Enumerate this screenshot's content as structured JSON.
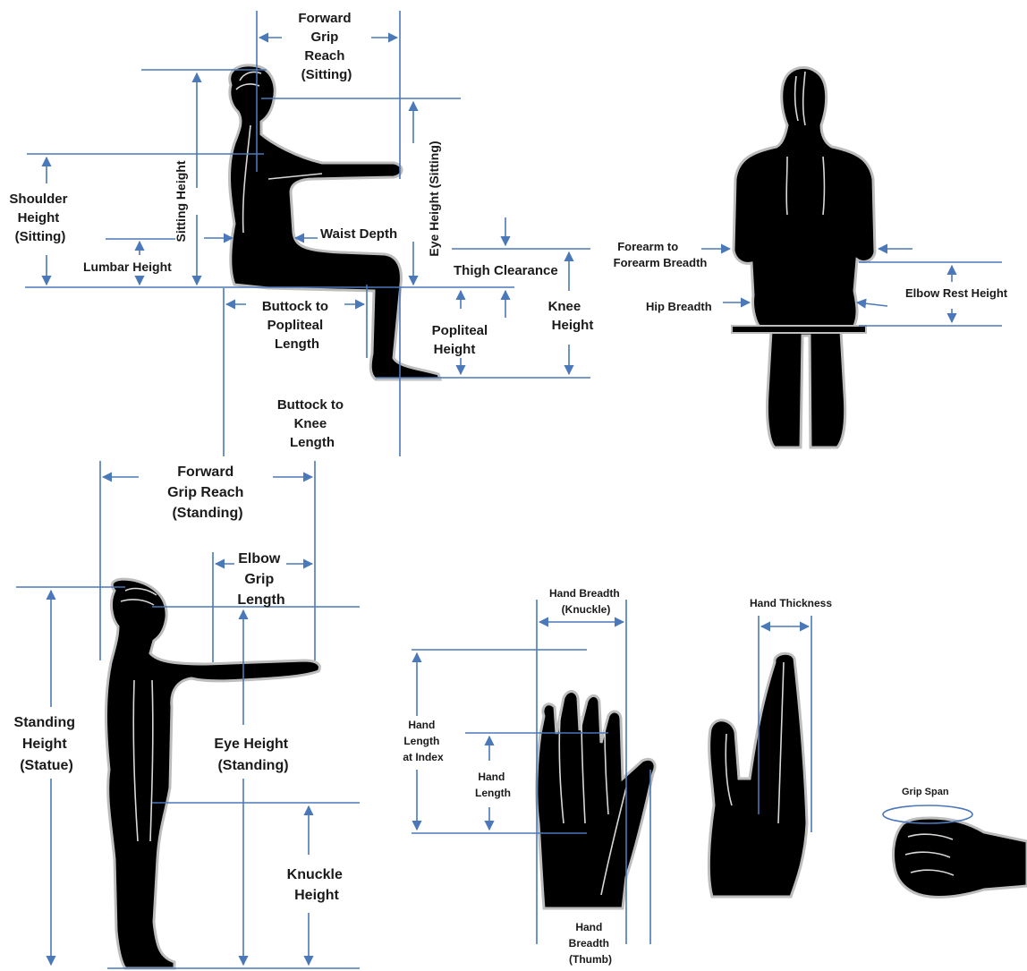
{
  "colors": {
    "dimension_line": "#4a78b8",
    "silhouette": "#000000",
    "outline": "#bdbdbd",
    "text": "#1a1a1a"
  },
  "labels": {
    "forward_grip_reach_sitting": [
      "Forward",
      "Grip",
      "Reach",
      "(Sitting)"
    ],
    "sitting_height": "Sitting Height",
    "eye_height_sitting": "Eye Height (Sitting)",
    "shoulder_height_sitting": [
      "Shoulder",
      "Height",
      "(Sitting)"
    ],
    "waist_depth": "Waist Depth",
    "lumbar_height": "Lumbar Height",
    "thigh_clearance": "Thigh Clearance",
    "knee_height": [
      "Knee",
      "Height"
    ],
    "popliteal_height": [
      "Popliteal",
      "Height"
    ],
    "buttock_to_popliteal_length": [
      "Buttock to",
      "Popliteal",
      "Length"
    ],
    "buttock_to_knee_length": [
      "Buttock to",
      "Knee",
      "Length"
    ],
    "forearm_to_forearm_breadth": [
      "Forearm to",
      "Forearm Breadth"
    ],
    "hip_breadth": "Hip Breadth",
    "elbow_rest_height": "Elbow Rest Height",
    "forward_grip_reach_standing": [
      "Forward",
      "Grip Reach",
      "(Standing)"
    ],
    "elbow_grip_length": [
      "Elbow",
      "Grip",
      "Length"
    ],
    "standing_height": [
      "Standing",
      "Height",
      "(Statue)"
    ],
    "eye_height_standing": [
      "Eye Height",
      "(Standing)"
    ],
    "knuckle_height": [
      "Knuckle",
      "Height"
    ],
    "hand_breadth_knuckle": [
      "Hand Breadth",
      "(Knuckle)"
    ],
    "hand_thickness": "Hand Thickness",
    "hand_length_at_index": [
      "Hand",
      "Length",
      "at Index"
    ],
    "hand_length": [
      "Hand",
      "Length"
    ],
    "hand_breadth_thumb": [
      "Hand",
      "Breadth",
      "(Thumb)"
    ],
    "grip_span": "Grip Span"
  }
}
